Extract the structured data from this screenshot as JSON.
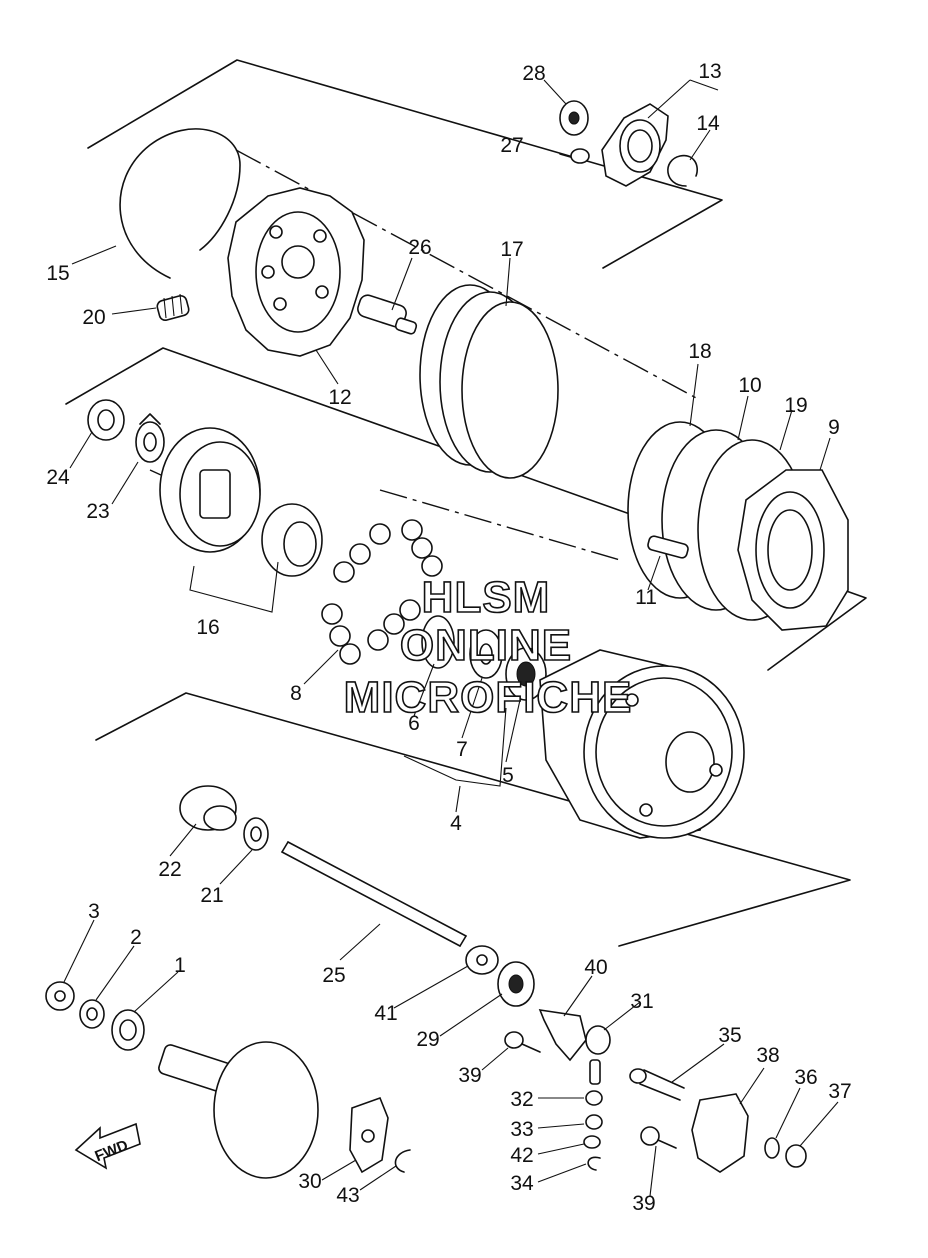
{
  "watermark": {
    "line1": "HLSM",
    "line2": "ONLINE",
    "line3": "MICROFICHE"
  },
  "direction_label": "FWD",
  "labels": {
    "p1": "1",
    "p2": "2",
    "p3": "3",
    "p4": "4",
    "p5": "5",
    "p6": "6",
    "p7": "7",
    "p8": "8",
    "p9": "9",
    "p10": "10",
    "p11": "11",
    "p12": "12",
    "p13": "13",
    "p14": "14",
    "p15": "15",
    "p16": "16",
    "p17": "17",
    "p18": "18",
    "p19": "19",
    "p20": "20",
    "p21": "21",
    "p22": "22",
    "p23": "23",
    "p24": "24",
    "p25": "25",
    "p26": "26",
    "p27": "27",
    "p28": "28",
    "p29": "29",
    "p30": "30",
    "p31": "31",
    "p32": "32",
    "p33": "33",
    "p34": "34",
    "p35": "35",
    "p36": "36",
    "p37": "37",
    "p38": "38",
    "p39": "39",
    "p39b": "39",
    "p40": "40",
    "p41": "41",
    "p42": "42",
    "p43": "43"
  }
}
